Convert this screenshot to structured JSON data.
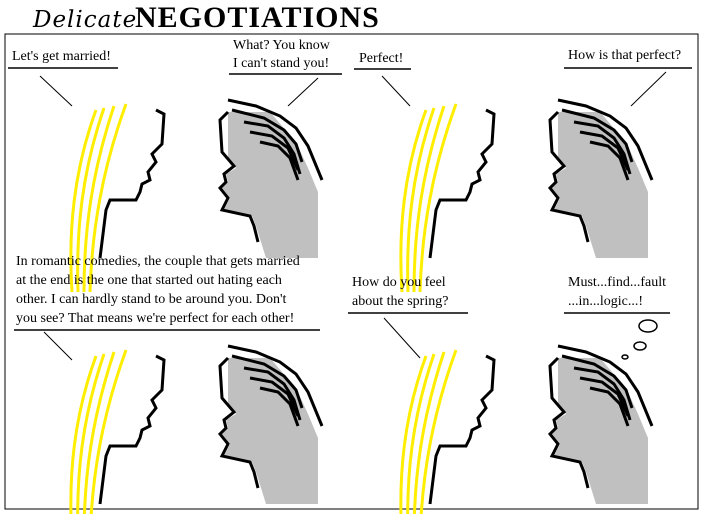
{
  "title": {
    "script": "Delicate",
    "main": "NEGOTIATIONS"
  },
  "colors": {
    "hair": "#ffee00",
    "face": "#c0c0c0",
    "ink": "#000000",
    "background": "#ffffff"
  },
  "panels": [
    {
      "left_speech": [
        "Let's get married!"
      ],
      "right_speech": [
        "What? You know",
        "I can't stand you!"
      ]
    },
    {
      "left_speech": [
        "Perfect!"
      ],
      "right_speech": [
        "How is that perfect?"
      ]
    },
    {
      "left_speech": [
        "In romantic comedies, the couple that gets married",
        "at the end is the one that started out hating each",
        "other. I can hardly stand to be around you. Don't",
        "you see? That means we're perfect for each other!"
      ],
      "right_speech": []
    },
    {
      "left_speech": [
        "How do you feel",
        "about the spring?"
      ],
      "right_speech": [
        "Must...find...fault",
        "...in...logic...!"
      ],
      "right_thought": true
    }
  ]
}
